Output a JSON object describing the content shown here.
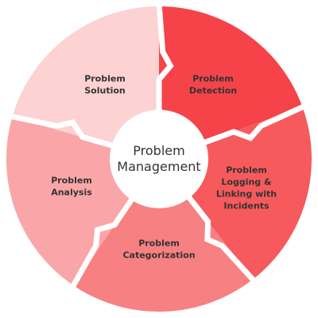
{
  "diagram": {
    "center": {
      "lines": [
        "Problem",
        "Management"
      ]
    },
    "segments": [
      {
        "id": "detection",
        "lines": [
          "Problem",
          "Detection"
        ],
        "color": "#F6434A"
      },
      {
        "id": "logging",
        "lines": [
          "Problem",
          "Logging &",
          "Linking with",
          "Incidents"
        ],
        "color": "#F65A5C"
      },
      {
        "id": "categorization",
        "lines": [
          "Problem",
          "Categorization"
        ],
        "color": "#F78082"
      },
      {
        "id": "analysis",
        "lines": [
          "Problem",
          "Analysis"
        ],
        "color": "#FAA6A8"
      },
      {
        "id": "solution",
        "lines": [
          "Problem",
          "Solution"
        ],
        "color": "#FCD2D3"
      }
    ],
    "center_color": "#FFFFFF",
    "gap_color": "#FFFFFF"
  }
}
